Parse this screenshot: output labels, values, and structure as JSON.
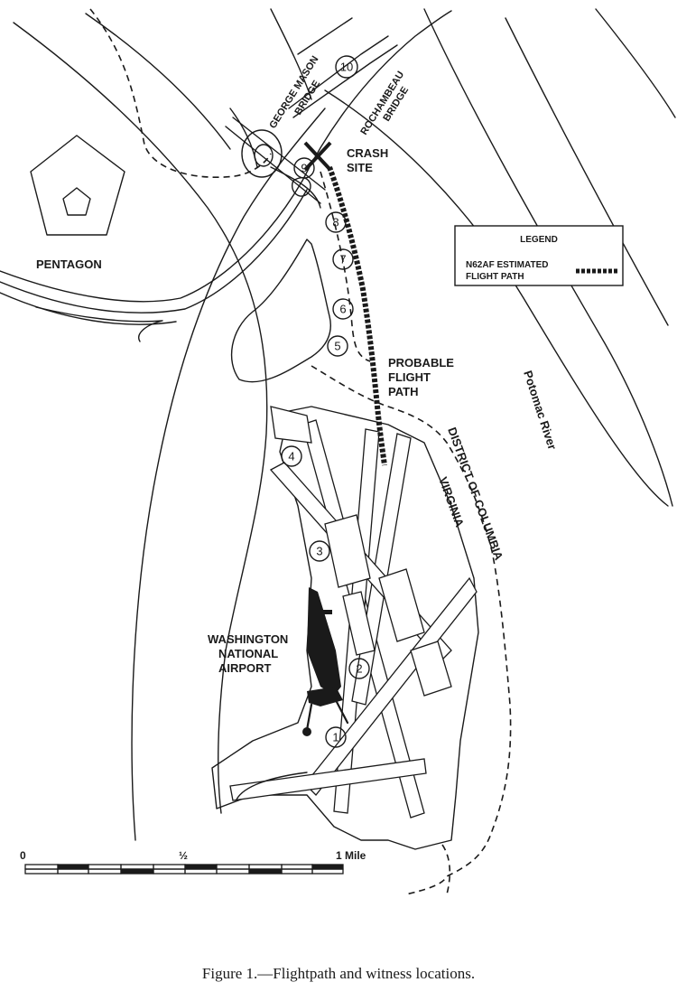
{
  "labels": {
    "george_mason_line1": "GEORGE MASON",
    "george_mason_line2": "BRIDGE",
    "rochambeau_line1": "ROCHAMBEAU",
    "rochambeau_line2": "BRIDGE",
    "crash_line1": "CRASH",
    "crash_line2": "SITE",
    "pentagon": "PENTAGON",
    "probable_line1": "PROBABLE",
    "probable_line2": "FLIGHT",
    "probable_line3": "PATH",
    "potomac": "Potomac River",
    "district": "DISTRICT OF COLUMBIA",
    "virginia": "VIRGINIA",
    "airport_line1": "WASHINGTON",
    "airport_line2": "NATIONAL",
    "airport_line3": "AIRPORT"
  },
  "legend": {
    "title": "LEGEND",
    "entry_line1": "N62AF ESTIMATED",
    "entry_line2": "FLIGHT PATH"
  },
  "witnesses": [
    "1",
    "2",
    "3",
    "4",
    "5",
    "6",
    "7",
    "8",
    "9",
    "10"
  ],
  "scale": {
    "start": "0",
    "mid": "½",
    "end": "1 Mile"
  },
  "caption": "Figure 1.—Flightpath and witness locations."
}
